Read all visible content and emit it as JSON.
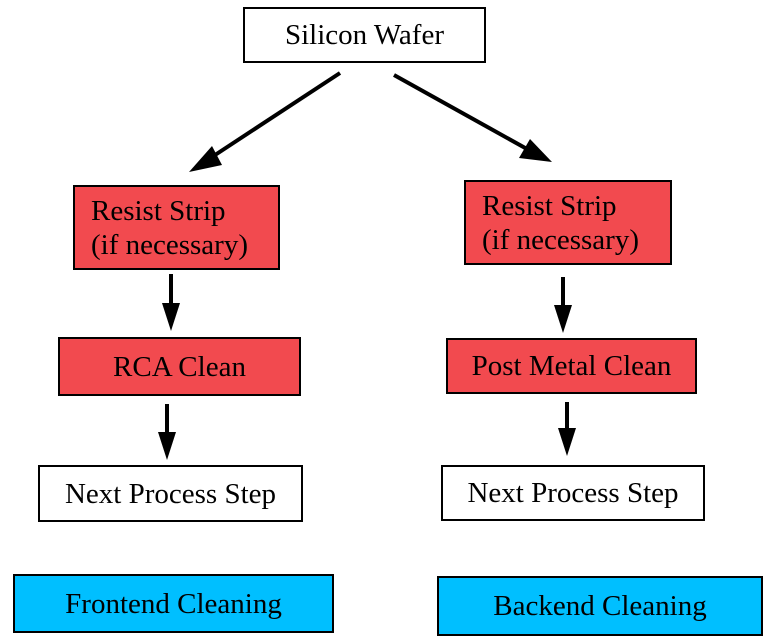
{
  "diagram": {
    "root": {
      "label": "Silicon Wafer"
    },
    "left_branch": {
      "step1": {
        "line1": "Resist Strip",
        "line2": "(if necessary)"
      },
      "step2": {
        "label": "RCA Clean"
      },
      "step3": {
        "label": "Next Process Step"
      },
      "legend": {
        "label": "Frontend Cleaning"
      }
    },
    "right_branch": {
      "step1": {
        "line1": "Resist Strip",
        "line2": "(if necessary)"
      },
      "step2": {
        "label": "Post Metal Clean"
      },
      "step3": {
        "label": "Next Process Step"
      },
      "legend": {
        "label": "Backend Cleaning"
      }
    }
  },
  "colors": {
    "process_fill": "#f24a4f",
    "legend_fill": "#00bfff",
    "plain_fill": "#ffffff",
    "stroke": "#000000"
  }
}
